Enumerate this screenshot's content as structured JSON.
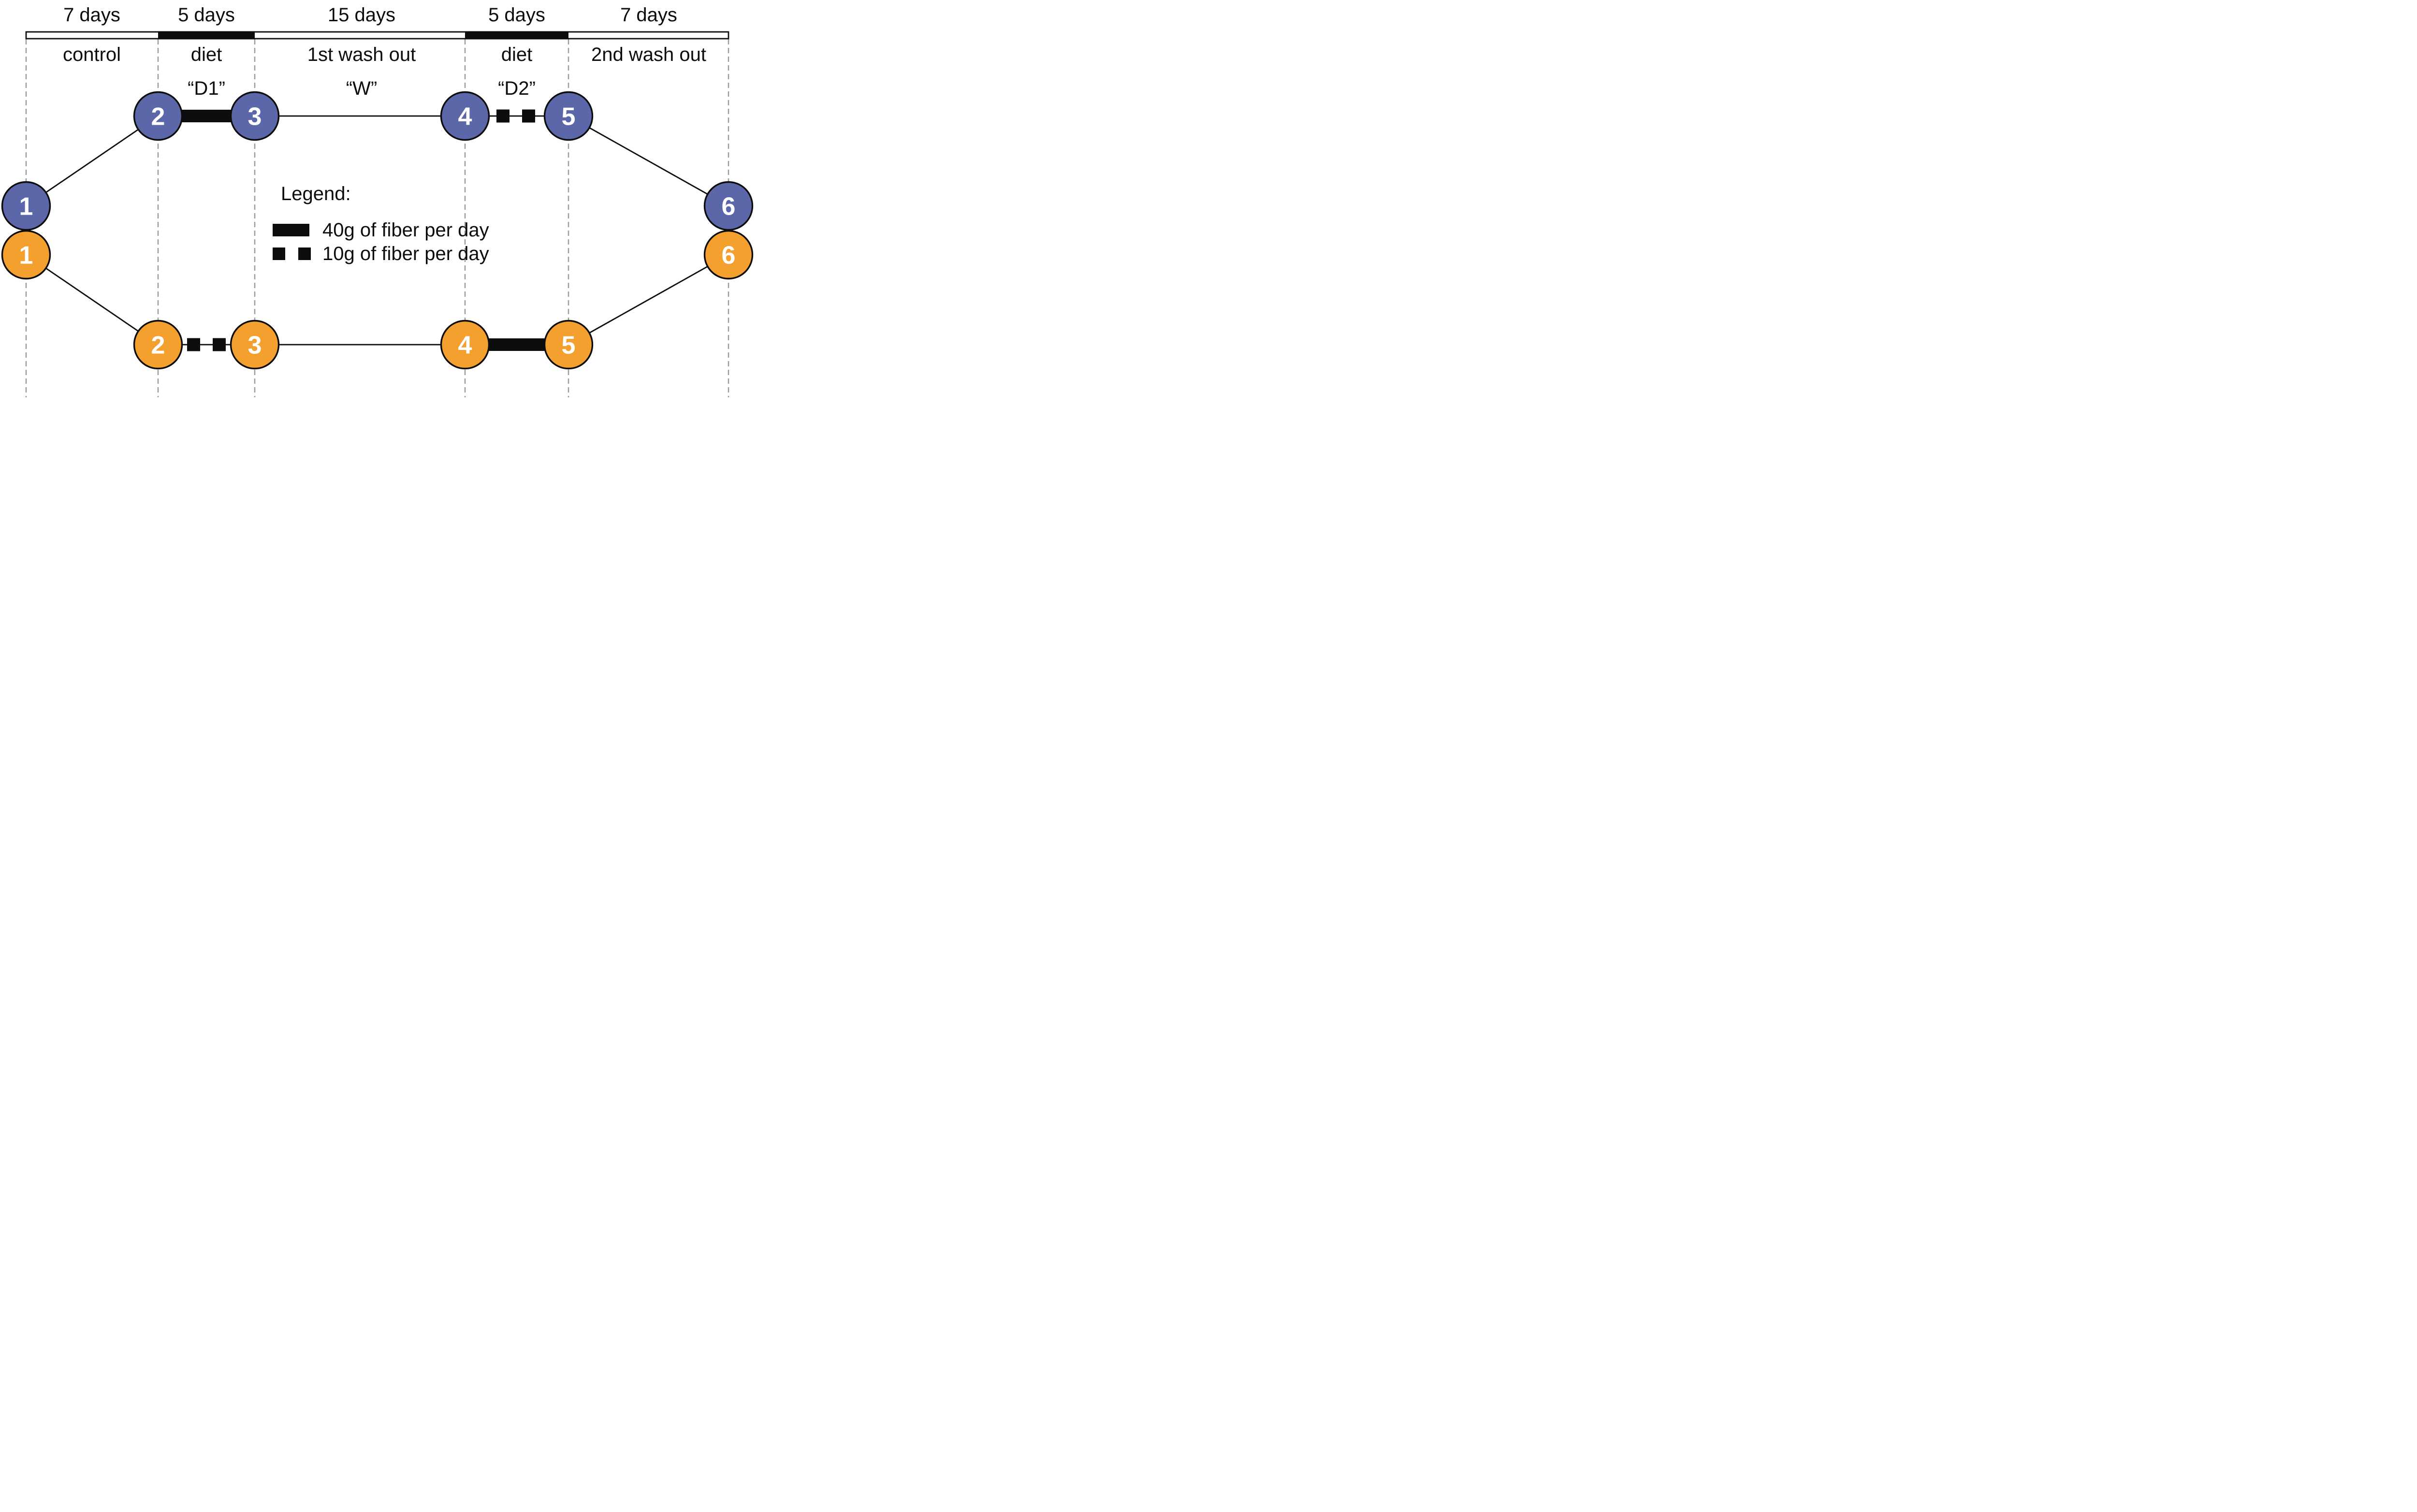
{
  "timeline": {
    "segments": [
      {
        "duration": "7 days",
        "phase": "control",
        "diet": false
      },
      {
        "duration": "5 days",
        "phase": "diet",
        "diet": true
      },
      {
        "duration": "15 days",
        "phase": "1st wash out",
        "diet": false
      },
      {
        "duration": "5 days",
        "phase": "diet",
        "diet": true
      },
      {
        "duration": "7 days",
        "phase": "2nd wash out",
        "diet": false
      }
    ],
    "codes": {
      "d1": "“D1”",
      "w": "“W”",
      "d2": "“D2”"
    }
  },
  "arms": {
    "blue": {
      "color": "#5B67A8",
      "nodes": [
        "1",
        "2",
        "3",
        "4",
        "5",
        "6"
      ]
    },
    "orange": {
      "color": "#F4A02E",
      "nodes": [
        "1",
        "2",
        "3",
        "4",
        "5",
        "6"
      ]
    }
  },
  "legend": {
    "title": "Legend:",
    "items": [
      {
        "symbol": "solid-bar-40g",
        "label": "40g of fiber per day"
      },
      {
        "symbol": "two-squares-10g",
        "label": "10g of fiber per day"
      }
    ]
  },
  "colors": {
    "ink_black": "#0d0d0d",
    "gridline_gray": "#9b9b9b",
    "node_number_white": "#ffffff",
    "arm_blue": "#5B67A8",
    "arm_orange": "#F4A02E"
  }
}
